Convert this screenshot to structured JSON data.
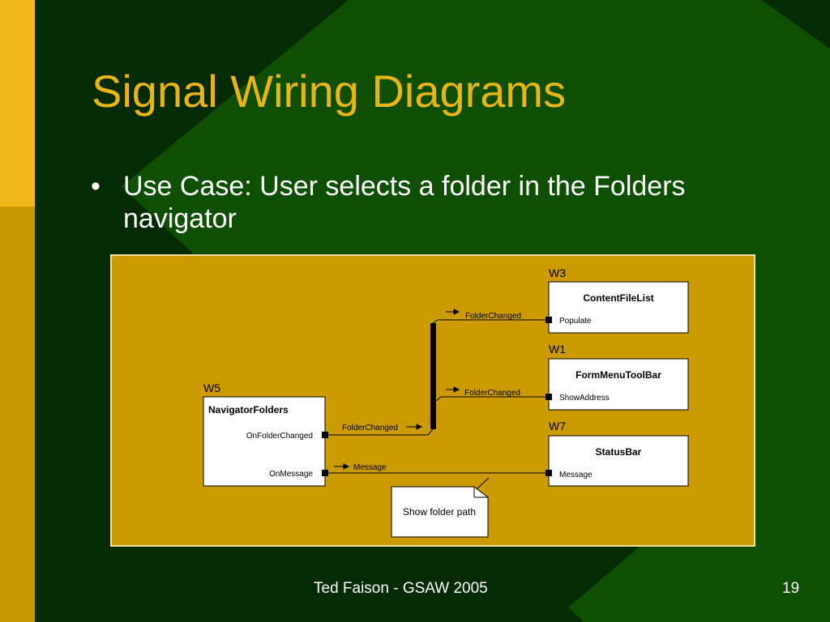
{
  "slide": {
    "title": "Signal Wiring Diagrams",
    "bullet_marker": "•",
    "bullet_text": "Use Case: User selects a folder in the Folders navigator",
    "footer_text": "Ted Faison - GSAW 2005",
    "page_number": "19"
  },
  "colors": {
    "accent_gold": "#e9b416",
    "diagram_background": "#cc9b00",
    "slide_green": "#0e4f04",
    "box_fill": "#ffffff",
    "wire": "#000000"
  },
  "diagram": {
    "boxes": [
      {
        "id": "navigator",
        "window_label": "W5",
        "name": "NavigatorFolders",
        "ports": [
          "OnFolderChanged",
          "OnMessage"
        ]
      },
      {
        "id": "contentlist",
        "window_label": "W3",
        "name": "ContentFileList",
        "ports": [
          "Populate"
        ]
      },
      {
        "id": "toolbar",
        "window_label": "W1",
        "name": "FormMenuToolBar",
        "ports": [
          "ShowAddress"
        ]
      },
      {
        "id": "statusbar",
        "window_label": "W7",
        "name": "StatusBar",
        "ports": [
          "Message"
        ]
      }
    ],
    "signals": [
      {
        "from": "navigator.OnFolderChanged",
        "to": "bus",
        "label": "FolderChanged"
      },
      {
        "from": "bus",
        "to": "contentlist.Populate",
        "label": "FolderChanged"
      },
      {
        "from": "bus",
        "to": "toolbar.ShowAddress",
        "label": "FolderChanged"
      },
      {
        "from": "navigator.OnMessage",
        "to": "statusbar.Message",
        "label": "Message"
      }
    ],
    "note": "Show folder path"
  }
}
